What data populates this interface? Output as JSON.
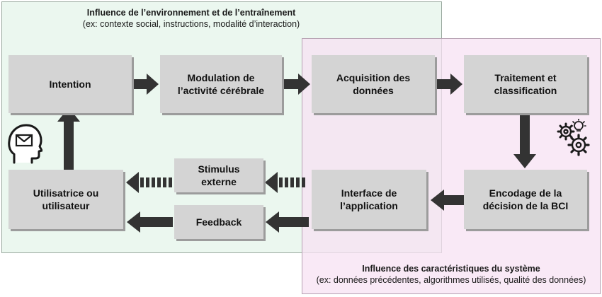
{
  "regions": {
    "environment": {
      "title": "Influence de l’environnement et de l’entraînement",
      "subtitle": "(ex: contexte social, instructions, modalité d’interaction)"
    },
    "system": {
      "title": "Influence des caractéristiques du système",
      "subtitle": "(ex: données précédentes, algorithmes utilisés, qualité des données)"
    }
  },
  "boxes": {
    "intention": "Intention",
    "modulation": "Modulation de\nl’activité cérébrale",
    "acquisition": "Acquisition des\ndonnées",
    "traitement": "Traitement et\nclassification",
    "encodage": "Encodage de la\ndécision de la BCI",
    "interface": "Interface de\nl’application",
    "stimulus": "Stimulus\nexterne",
    "feedback": "Feedback",
    "utilisateur": "Utilisatrice ou\nutilisateur"
  },
  "icons": {
    "head": "head-with-mail-icon",
    "gears": "gears-with-lightbulb-icon"
  },
  "colors": {
    "env_region": "#e4f4e9",
    "sys_region": "#f7e2f3",
    "box": "#d4d4d4",
    "arrow": "#333333"
  }
}
